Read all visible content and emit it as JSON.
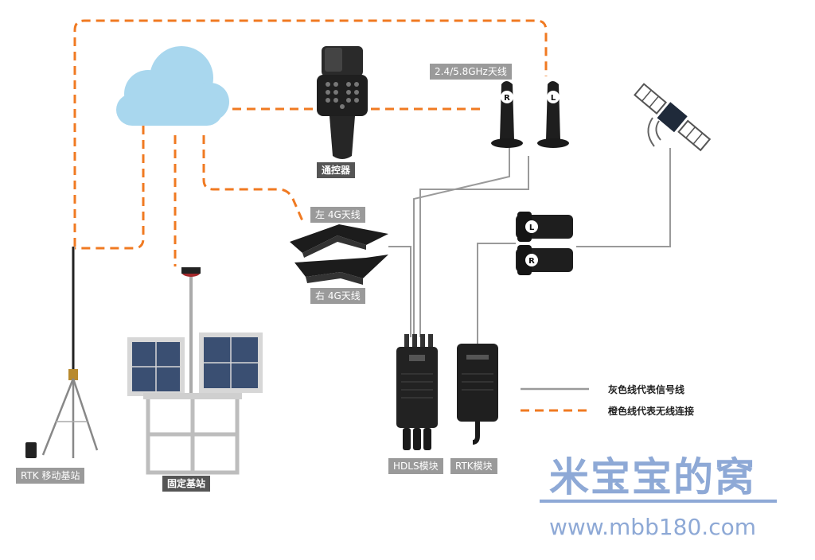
{
  "labels": {
    "antenna_24_58": "2.4/5.8GHz天线",
    "remote_controller": "通控器",
    "left_4g": "左 4G天线",
    "right_4g": "右 4G天线",
    "rtk_mobile_base": "RTK 移动基站",
    "fixed_base": "固定基站",
    "hdls_module": "HDLS模块",
    "rtk_module": "RTK模块",
    "antenna_r": "R",
    "antenna_l": "L"
  },
  "legend": {
    "gray_line": "灰色线代表信号线",
    "orange_line": "橙色线代表无线连接"
  },
  "watermark": {
    "title": "米宝宝的窝",
    "url": "www.mbb180.com"
  },
  "colors": {
    "orange": "#f07a22",
    "gray": "#9a9a9a",
    "cloud": "#a9d7ee",
    "watermark": "#8ea9d6"
  },
  "icons": [
    "cloud-icon",
    "remote-controller-icon",
    "antenna-icon",
    "satellite-icon",
    "solar-panel-icon",
    "tripod-icon",
    "module-icon"
  ]
}
